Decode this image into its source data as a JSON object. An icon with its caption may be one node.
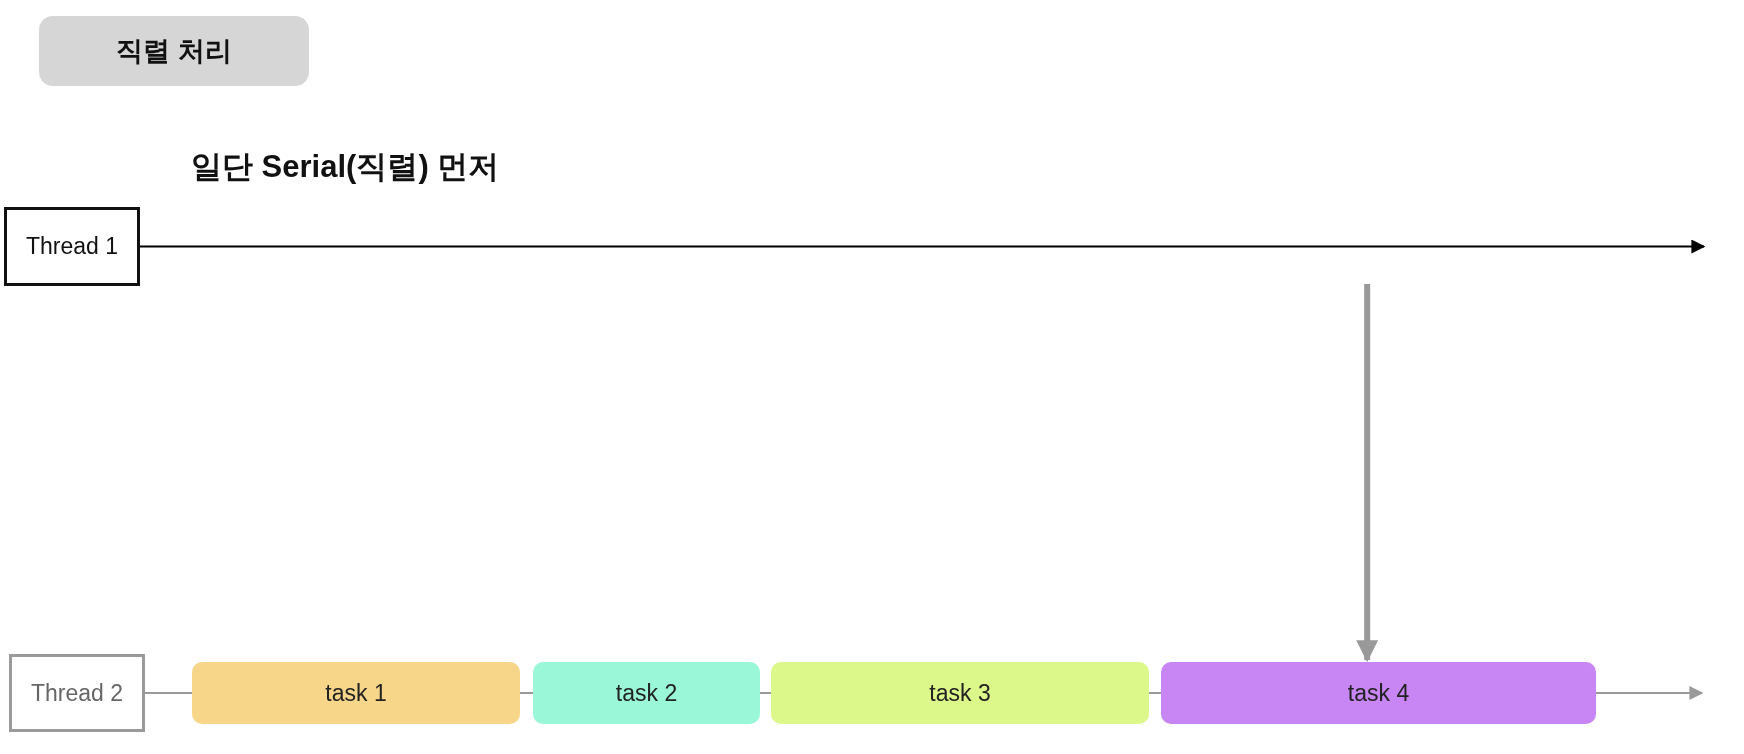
{
  "diagram": {
    "title": "일단 Serial(직렬) 먼저",
    "nodes": [
      {
        "text": [
          "직렬 처리"
        ]
      },
      {
        "text": [
          "Thread 1"
        ]
      },
      {
        "text": [
          "Thread 2"
        ]
      },
      {
        "text": [
          "task 1"
        ]
      },
      {
        "text": [
          "task 2"
        ]
      },
      {
        "text": [
          "task 3"
        ]
      },
      {
        "text": [
          "task 4"
        ]
      }
    ],
    "edges": [
      {
        "from": 1,
        "to": null,
        "arrow": "to",
        "color": "#000000"
      },
      {
        "from": null,
        "to": 6,
        "arrow": "to",
        "style": "thick"
      },
      {
        "from": 2,
        "to": 3,
        "arrow": "none"
      },
      {
        "from": 3,
        "to": 4,
        "arrow": "none"
      },
      {
        "from": 4,
        "to": 5,
        "arrow": "none"
      },
      {
        "from": 5,
        "to": 6,
        "arrow": "none"
      },
      {
        "from": 6,
        "to": null,
        "arrow": "to"
      }
    ]
  }
}
